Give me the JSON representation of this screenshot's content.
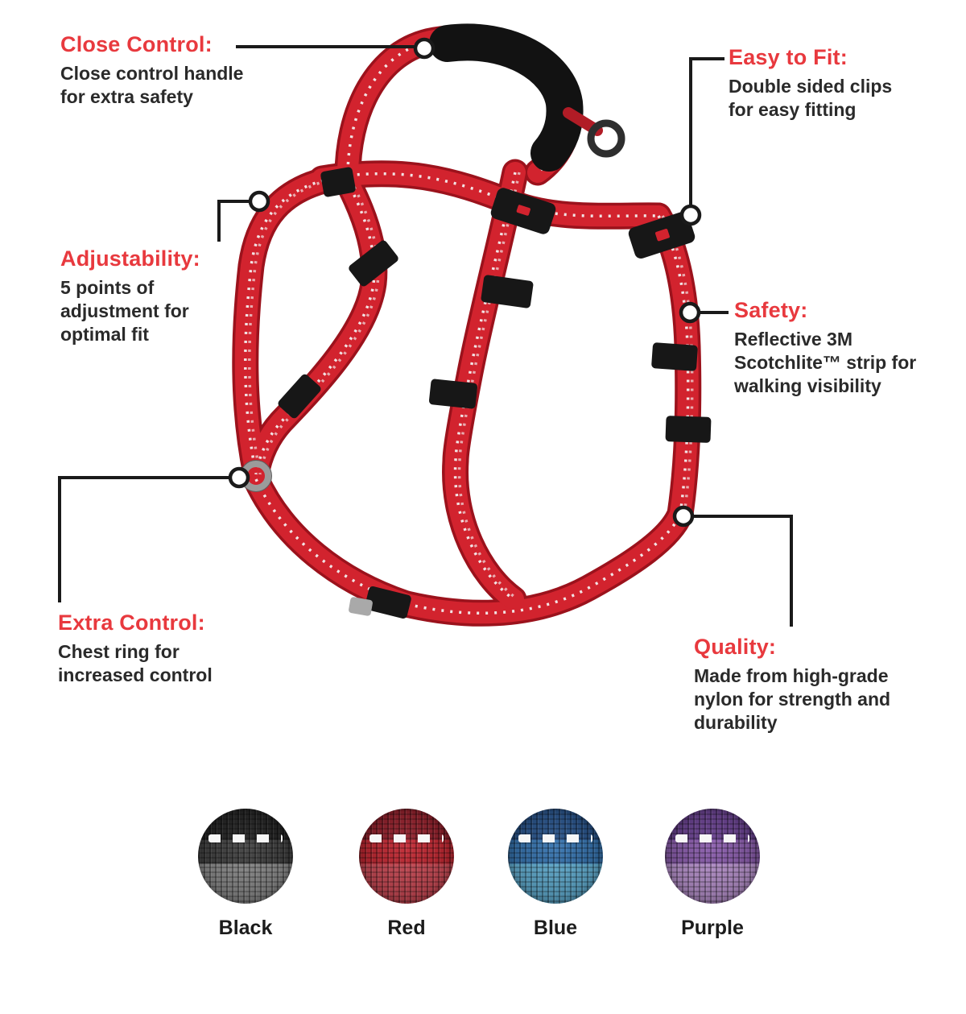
{
  "colors": {
    "accent": "#e8393e",
    "text": "#2a2a2a",
    "line": "#1a1a1a",
    "strap": "#d2232e",
    "strap_dark": "#9b121c",
    "stitch": "#f5f5f5"
  },
  "callouts": [
    {
      "id": "close-control",
      "heading": "Close Control:",
      "body": "Close control handle for extra safety"
    },
    {
      "id": "easy-to-fit",
      "heading": "Easy to Fit:",
      "body": "Double sided clips for easy fitting"
    },
    {
      "id": "adjustability",
      "heading": "Adjustability:",
      "body": "5 points of adjustment for optimal fit"
    },
    {
      "id": "safety",
      "heading": "Safety:",
      "body": "Reflective 3M Scotchlite™ strip for walking visibility"
    },
    {
      "id": "extra-control",
      "heading": "Extra Control:",
      "body": "Chest ring for increased control"
    },
    {
      "id": "quality",
      "heading": "Quality:",
      "body": "Made from high-grade nylon for strength and durability"
    }
  ],
  "swatches": [
    {
      "label": "Black",
      "top": "#1a1a1a",
      "mid": "#3a3a3a",
      "bottom": "#8c8c8c"
    },
    {
      "label": "Red",
      "top": "#8f1622",
      "mid": "#c21f2a",
      "bottom": "#cf4652"
    },
    {
      "label": "Blue",
      "top": "#1f4c86",
      "mid": "#2e6fae",
      "bottom": "#5fb0d6"
    },
    {
      "label": "Purple",
      "top": "#63398c",
      "mid": "#8757ab",
      "bottom": "#bb93d2"
    }
  ]
}
